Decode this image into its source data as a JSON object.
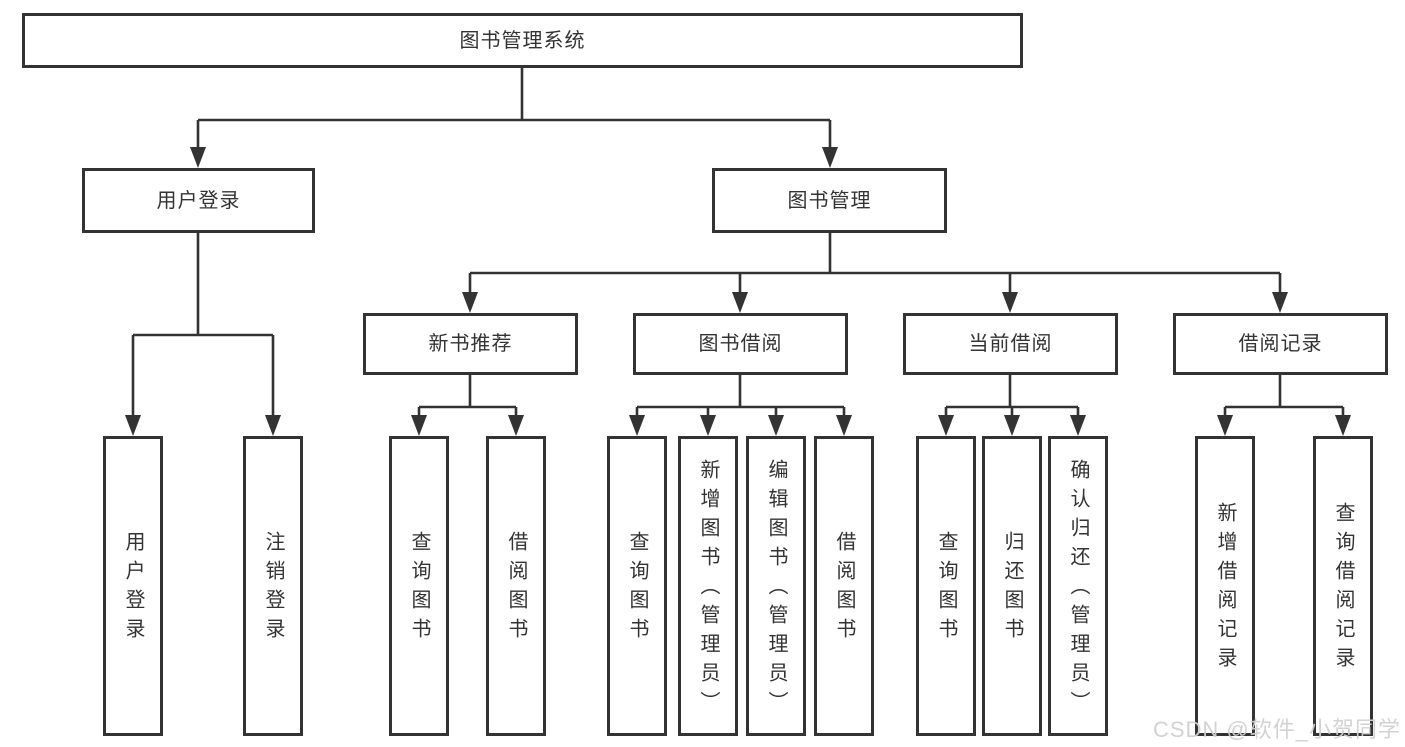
{
  "diagram": {
    "title": "图书管理系统",
    "colors": {
      "line": "#333333",
      "text": "#333333",
      "box_background": "#ffffff",
      "page_background": "#ffffff",
      "watermark": "#d0d0d0"
    },
    "nodes": {
      "root": {
        "label": "图书管理系统"
      },
      "user_login": {
        "label": "用户登录"
      },
      "book_mgmt": {
        "label": "图书管理"
      },
      "new_book_rec": {
        "label": "新书推荐"
      },
      "book_borrow": {
        "label": "图书借阅"
      },
      "current_borrow": {
        "label": "当前借阅"
      },
      "borrow_records": {
        "label": "借阅记录"
      },
      "leaf_user_login": {
        "label": "用户登录"
      },
      "leaf_logout": {
        "label": "注销登录"
      },
      "leaf_rec_query_books": {
        "label": "查询图书"
      },
      "leaf_rec_borrow_books": {
        "label": "借阅图书"
      },
      "leaf_bb_query_books": {
        "label": "查询图书"
      },
      "leaf_bb_add_books": {
        "label": "新增图书（管理员）"
      },
      "leaf_bb_edit_books": {
        "label": "编辑图书（管理员）"
      },
      "leaf_bb_borrow_books": {
        "label": "借阅图书"
      },
      "leaf_cb_query_books": {
        "label": "查询图书"
      },
      "leaf_cb_return_books": {
        "label": "归还图书"
      },
      "leaf_cb_confirm_return": {
        "label": "确认归还（管理员）"
      },
      "leaf_br_add_record": {
        "label": "新增借阅记录"
      },
      "leaf_br_query_record": {
        "label": "查询借阅记录"
      }
    },
    "watermark": "CSDN @软件_小贺同学"
  }
}
